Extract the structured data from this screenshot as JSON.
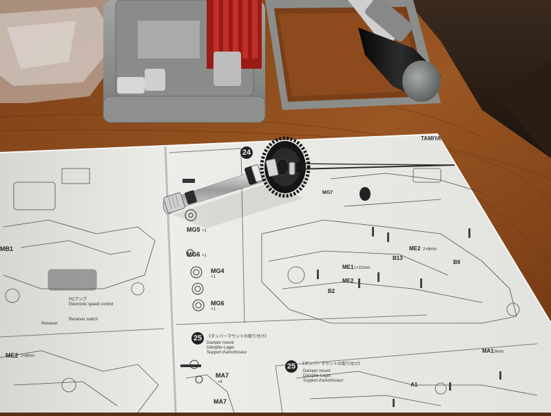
{
  "photo": {
    "subject": "Tamiya RC kit assembly manual with a gear shaft assembly resting on it, on a wooden table next to a tool case and a screwdriver",
    "colors": {
      "wood": "#8a4a1c",
      "paper": "#e9e9e6",
      "case": "#8f918f",
      "gear": "#1a1a1a",
      "tool_handle": "#111111"
    }
  },
  "manual": {
    "brand": "TAMIYA",
    "steps": [
      {
        "number": "24",
        "label": "step-24"
      },
      {
        "number": "25",
        "label": "step-25-left"
      },
      {
        "number": "25",
        "label": "step-25-right"
      }
    ],
    "left_page_captions": {
      "damper_mount_jp": "《ダンパーマウントの取り付け》",
      "damper_mount_en": "Damper mount",
      "damper_mount_de": "Dämpfer-Lager",
      "damper_mount_fr": "Support d'amortisseur",
      "pc_amp_jp": "PCアンプ",
      "electronic_speed": "Electronic speed control",
      "receiver_switch": "Receiver switch",
      "receiver": "Receiver"
    },
    "parts": [
      {
        "code": "MG5",
        "qty": "×1"
      },
      {
        "code": "MG6",
        "qty": "×1"
      },
      {
        "code": "MG4",
        "qty": "×1"
      },
      {
        "code": "MG6",
        "qty": "×1"
      },
      {
        "code": "MB1",
        "qty": ""
      },
      {
        "code": "ME2",
        "qty": "2×8mm"
      },
      {
        "code": "ME1",
        "qty": "1×10mm"
      },
      {
        "code": "MA7",
        "qty": "×4"
      },
      {
        "code": "MA1",
        "qty": "8mm"
      },
      {
        "code": "B13",
        "qty": ""
      },
      {
        "code": "B9",
        "qty": ""
      },
      {
        "code": "B2",
        "qty": ""
      },
      {
        "code": "A1",
        "qty": ""
      },
      {
        "code": "MG7",
        "qty": ""
      },
      {
        "code": "MA7",
        "qty": ""
      }
    ],
    "tamiya_text": "TAMIYA"
  }
}
